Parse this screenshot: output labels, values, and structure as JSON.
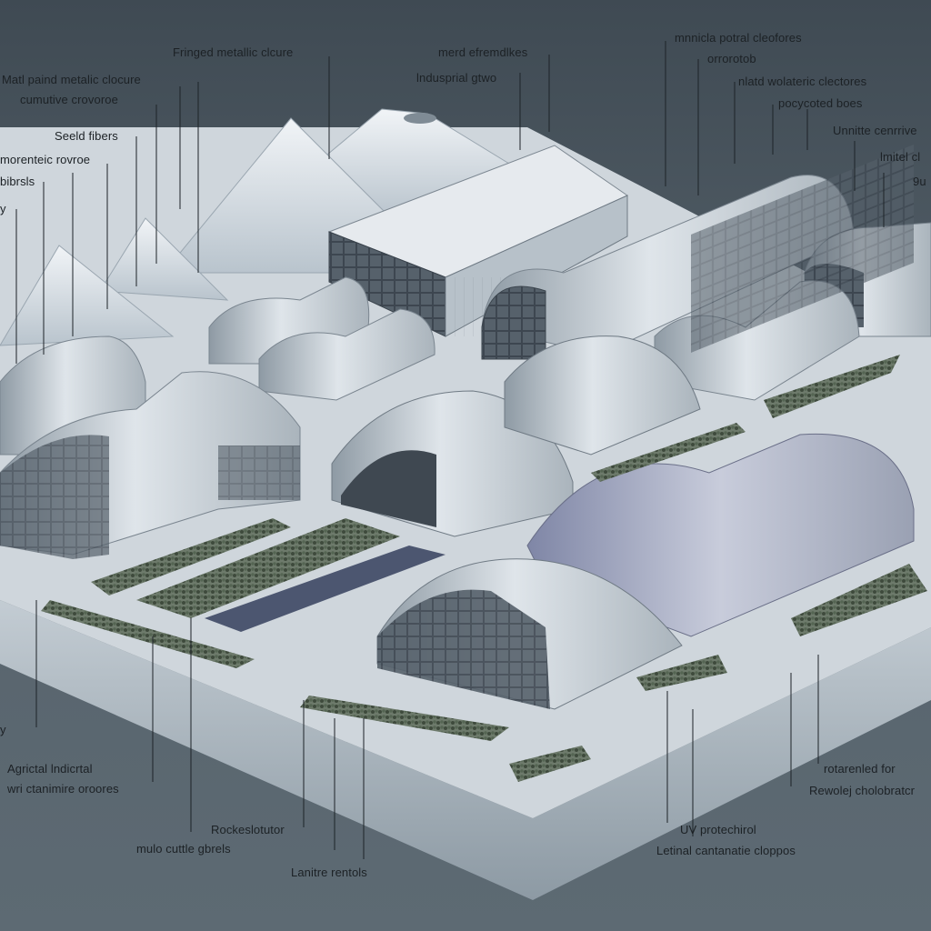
{
  "labels": {
    "fringed_metallic_closure": "Fringed metallic clcure",
    "metal_paired_metallic_closure": "Matl paind metalic clocure",
    "cumulative_coverage_top_left": "cumutive crovoroe",
    "seed_fibers": "Seeld fibers",
    "monoatomic_coverage": "morenteic rovroe",
    "left_fibers": "bibrsls",
    "left_edge_tick": "y",
    "metal_structures": "merd efremdlkes",
    "industrial_grass": "lndusprial gtwo",
    "mineral_partial_closures": "mnnicla potral cleofores",
    "coverage_right_top": "orrorotob",
    "metal_metallic_closures": "nlatd wolateric clectores",
    "polycoated_boxes": "pocycoted boes",
    "unit_centrifuge": "Unnitte cenrrive",
    "limited_right": "lmitel cl",
    "right_short_9": "9u",
    "agricultural_industrial": "Agrictal lndicrtal",
    "wide_cumulative_coverage": "wri ctanimire oroores",
    "left_bottom_fragment": "y",
    "rock_solution": "Rockeslotutor",
    "multiple_cuttle_glasses": "mulo cuttle gbrels",
    "lattice_rentals": "Lanitre rentols",
    "uv_protection": "UV protechirol",
    "lateral_containment_slopes": "Letinal cantanatie cloppos",
    "reinforced_floors": "rotarenled for",
    "removal_obstruction": "Rewolej cholobratcr"
  }
}
